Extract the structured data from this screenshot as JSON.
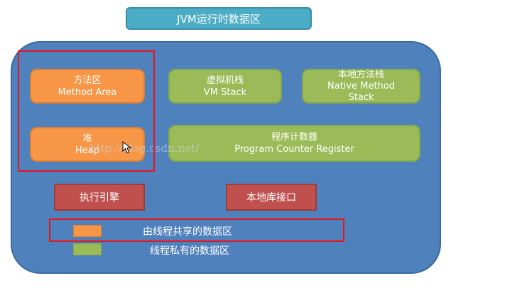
{
  "title": "JVM运行时数据区",
  "blocks": {
    "method_area": {
      "zh": "方法区",
      "en": "Method Area"
    },
    "heap": {
      "zh": "堆",
      "en": "Heap"
    },
    "vm_stack": {
      "zh": "虚拟机栈",
      "en": "VM Stack"
    },
    "native_method_stack": {
      "zh": "本地方法栈",
      "en1": "Native Method",
      "en2": "Stack"
    },
    "program_counter": {
      "zh": "程序计数器",
      "en": "Program Counter Register"
    }
  },
  "execution_engine": "执行引擎",
  "native_interface": "本地库接口",
  "legend": {
    "shared": {
      "label": "由线程共享的数据区",
      "color": "#f79646"
    },
    "private": {
      "label": "线程私有的数据区",
      "color": "#9bbb59"
    }
  },
  "watermark": "http://blog.csdn.net/",
  "colors": {
    "region": "#4f81bd",
    "shared": "#f79646",
    "private": "#9bbb59",
    "engine": "#c0504d",
    "highlight": "#e8141f",
    "title": "#4bacc6"
  },
  "icons": {
    "cursor": "mouse-pointer-icon"
  }
}
